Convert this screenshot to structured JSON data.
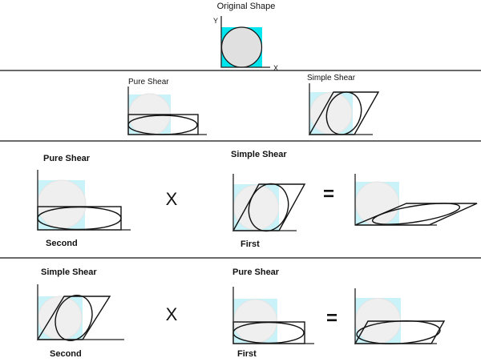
{
  "original": {
    "title": "Original Shape",
    "y_axis": "Y",
    "x_axis": "X"
  },
  "row1": {
    "pure_label": "Pure Shear",
    "simple_label": "Simple Shear"
  },
  "row2": {
    "left_label": "Pure Shear",
    "left_caption": "Second",
    "operator": "X",
    "mid_label": "Simple Shear",
    "mid_caption": "First",
    "equals": "="
  },
  "row3": {
    "left_label": "Simple Shear",
    "left_caption": "Second",
    "operator": "X",
    "mid_label": "Pure Shear",
    "mid_caption": "First",
    "equals": "="
  },
  "colors": {
    "square_original": "#00e5ee",
    "square_faded": "#c9f3f8",
    "circle": "#e0e0e0"
  }
}
